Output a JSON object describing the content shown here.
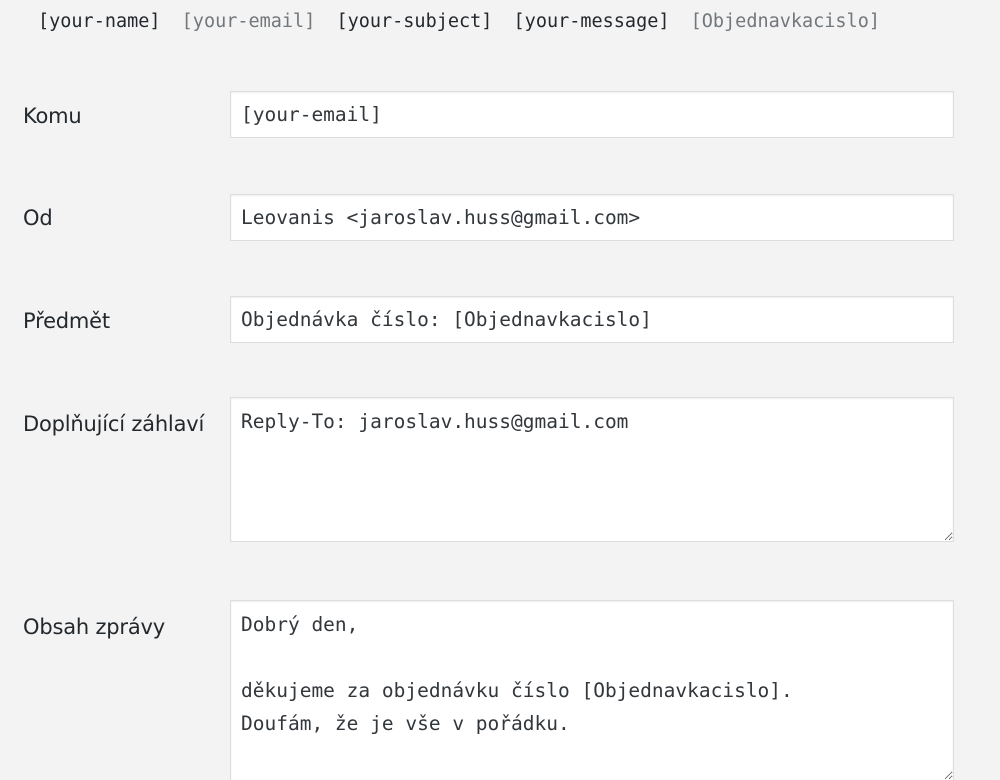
{
  "mail_tags": [
    {
      "label": "[your-name]",
      "used": true
    },
    {
      "label": "[your-email]",
      "used": false
    },
    {
      "label": "[your-subject]",
      "used": true
    },
    {
      "label": "[your-message]",
      "used": true
    },
    {
      "label": "[Objednavkacislo]",
      "used": false
    }
  ],
  "fields": {
    "to": {
      "label": "Komu",
      "value": "[your-email]"
    },
    "from": {
      "label": "Od",
      "value": "Leovanis <jaroslav.huss@gmail.com>"
    },
    "subject": {
      "label": "Předmět",
      "value": "Objednávka číslo: [Objednavkacislo]"
    },
    "additional_headers": {
      "label": "Doplňující záhlaví",
      "value": "Reply-To: jaroslav.huss@gmail.com"
    },
    "message_body": {
      "label": "Obsah zprávy",
      "value": "Dobrý den,\n\nděkujeme za objednávku číslo [Objednavkacislo].\nDoufám, že je vše v pořádku."
    }
  }
}
